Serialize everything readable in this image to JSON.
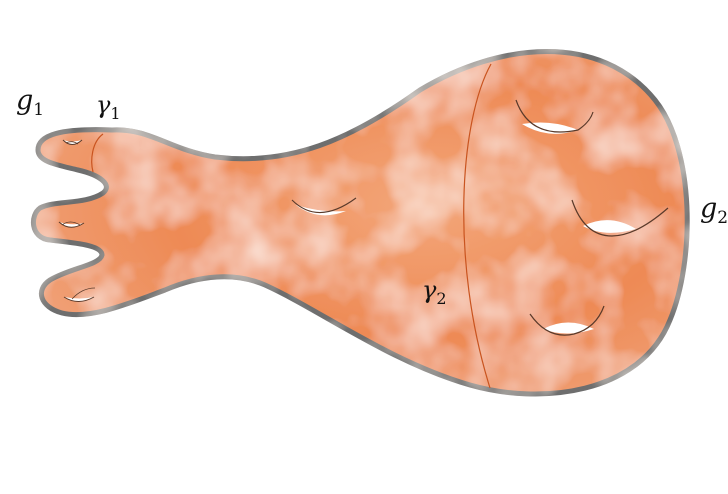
{
  "labels": {
    "g1": {
      "base": "g",
      "sub": "1"
    },
    "gamma1": {
      "base": "γ",
      "sub": "1"
    },
    "g2": {
      "base": "g",
      "sub": "2"
    },
    "gamma2": {
      "base": "γ",
      "sub": "2"
    }
  },
  "colors": {
    "surface_fill": "#ef8a55",
    "surface_light": "#f7c4a3",
    "outline": "#6e6e6e",
    "curve": "#c9541f",
    "hole": "#ffffff"
  }
}
